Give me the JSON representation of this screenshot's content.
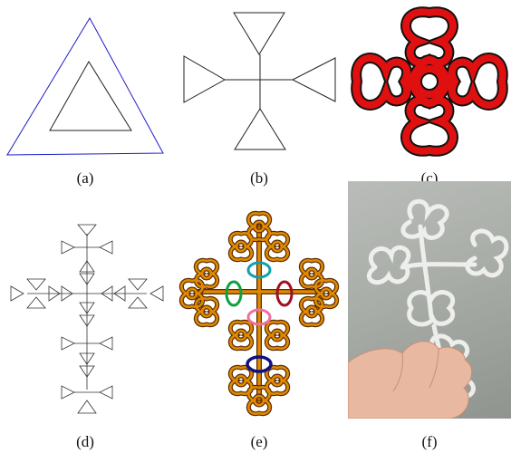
{
  "figure": {
    "panels": [
      {
        "id": "a",
        "caption": "(a)",
        "subject": "nested-triangles"
      },
      {
        "id": "b",
        "caption": "(b)",
        "subject": "triangle-cross-graph"
      },
      {
        "id": "c",
        "caption": "(c)",
        "subject": "red-celtic-knot"
      },
      {
        "id": "d",
        "caption": "(d)",
        "subject": "fractal-triangle-cross"
      },
      {
        "id": "e",
        "caption": "(e)",
        "subject": "orange-knot-cross-with-rings"
      },
      {
        "id": "f",
        "caption": "(f)",
        "subject": "photo-of-printed-knot"
      }
    ],
    "colors": {
      "outer_triangle": "#1c1cc8",
      "line": "#222222",
      "knot_red": "#e01010",
      "knot_orange": "#e08a00",
      "ring_teal": "#10a0b0",
      "ring_green": "#10a040",
      "ring_maroon": "#a01020",
      "ring_pink": "#f070a0",
      "ring_navy": "#101080"
    }
  }
}
